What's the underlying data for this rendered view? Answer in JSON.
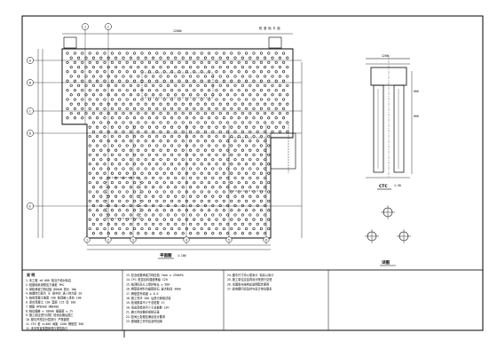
{
  "plan": {
    "axis_left": [
      "A",
      "B",
      "C",
      "D",
      "E"
    ],
    "axis_top": [
      "1",
      "2"
    ],
    "axis_bottom": [
      "1",
      "2",
      "3",
      "4",
      "5",
      "6"
    ],
    "title": "平面图",
    "scale": "1:100",
    "top_right_note": "桩 基 础 平 面",
    "top_dim": "12000"
  },
  "section": {
    "title": "CTC",
    "scale": "1:50",
    "dims": [
      "1200",
      "600",
      "600"
    ]
  },
  "detail": {
    "title": "详图"
  },
  "notes": {
    "heading": "说 明",
    "col1": [
      "1.本工程 ±0.000 相当于绝对标高",
      "2.桩基础采用预应力管桩 PHC",
      "3.单桩承载力特征值 800kN 桩长 18m",
      "4.桩端持力层为 ⑥ 层中砂 进入持力层 2m",
      "5.桩身混凝土强度 C80 桩顶嵌入承台 100",
      "6.承台混凝土 C30 垫层 C15 厚 100",
      "7.钢筋 HPB300 HRB400",
      "8.桩位偏差 ≤ 100mm 垂直度 ≤ 1%",
      "9.施工前应进行试桩 检测合格后施工",
      "10.基坑开挖应分层进行 严禁超挖",
      "11.CFG 桩 d=400 间距 1200 褥垫层 300",
      "12.未尽事宜按国家现行规范执行"
    ],
    "col2": [
      "13.复合地基承载力特征值 fspk ≥ 250kPa",
      "14.CFG 桩混合料强度等级 C20",
      "15.桩顶标高以上保护桩长 ≥ 500",
      "16.褥垫层材料为级配砂石 最大粒径 30mm",
      "17.褥垫层夯填度 ≤ 0.9",
      "18.施工完毕 28d 后进行静载试验",
      "19.检测数量不少于总桩数 1%",
      "20.低应变检测不少于总桩数 10%",
      "21.施工时应做好成桩记录",
      "22.桩间土处理应满足设计要求",
      "23.基础施工完毕应及时回填"
    ],
    "col3": [
      "24.图中尺寸均以毫米计 标高以米计",
      "25.施工单位应会同设计院进行交底",
      "26.本图需与结构总说明配合使用",
      "27.如有疑问请及时与设计单位联系"
    ]
  }
}
